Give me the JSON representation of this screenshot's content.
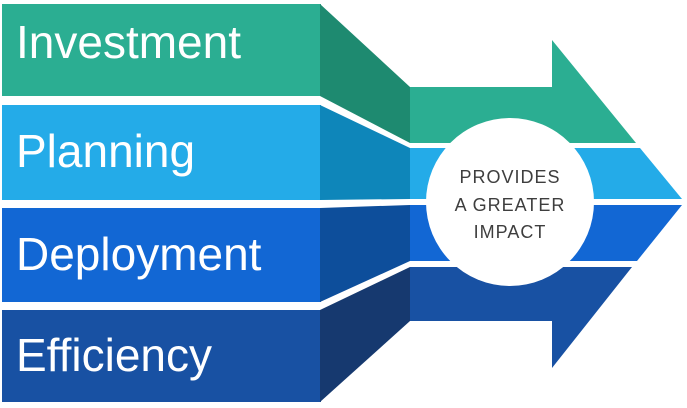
{
  "diagram": {
    "type": "process-flow-arrow",
    "background": "#FFFFFF",
    "stages": [
      {
        "label": "Investment",
        "color": "#2BAE92",
        "dark_color": "#1E8A70"
      },
      {
        "label": "Planning",
        "color": "#24ABE8",
        "dark_color": "#0E86BA"
      },
      {
        "label": "Deployment",
        "color": "#1267D4",
        "dark_color": "#0D4E9B"
      },
      {
        "label": "Efficiency",
        "color": "#1851A3",
        "dark_color": "#16396F"
      }
    ],
    "circle": {
      "fill": "#FFFFFF",
      "text_color": "#3E3E3E",
      "lines": [
        "PROVIDES",
        "A GREATER",
        "IMPACT"
      ]
    },
    "label_color": "#FFFFFF"
  }
}
